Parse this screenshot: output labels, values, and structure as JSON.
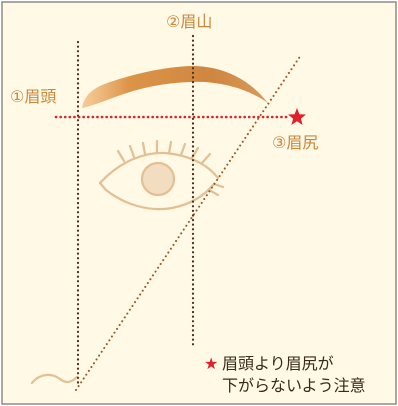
{
  "labels": {
    "brow_head": "①眉頭",
    "brow_peak": "②眉山",
    "brow_tail": "③眉尻"
  },
  "note": {
    "star": "★",
    "line1": "眉頭より眉尻が",
    "line2": "下がらないよう注意"
  },
  "colors": {
    "background": "#fff9e6",
    "label": "#c9883c",
    "note_text": "#3a2a1c",
    "accent_red": "#e0202a",
    "guide_dots": "#4a2e1a",
    "diagonal_dots": "#9a5a2a",
    "eyebrow": "#d08a45",
    "eye_line": "#e3bf93"
  }
}
